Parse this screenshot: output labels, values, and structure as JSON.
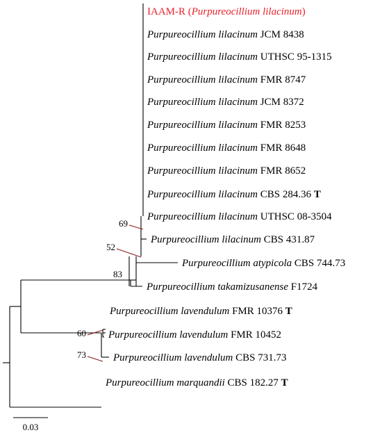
{
  "tree": {
    "leaves": [
      {
        "id": "iaam",
        "parts": [
          {
            "text": "IAAM-R (",
            "style": "normal"
          },
          {
            "text": "Purpureocillium lilacinum",
            "style": "italic"
          },
          {
            "text": ")",
            "style": "normal"
          }
        ],
        "color": "#e8202a"
      },
      {
        "id": "jcm8438",
        "parts": [
          {
            "text": "Purpureocillium lilacinum",
            "style": "italic"
          },
          {
            "text": " JCM 8438",
            "style": "normal"
          }
        ]
      },
      {
        "id": "uthsc951315",
        "parts": [
          {
            "text": "Purpureocillium lilacinum",
            "style": "italic"
          },
          {
            "text": " UTHSC 95-1315",
            "style": "normal"
          }
        ]
      },
      {
        "id": "fmr8747",
        "parts": [
          {
            "text": "Purpureocillium lilacinum",
            "style": "italic"
          },
          {
            "text": " FMR 8747",
            "style": "normal"
          }
        ]
      },
      {
        "id": "jcm8372",
        "parts": [
          {
            "text": "Purpureocillium lilacinum",
            "style": "italic"
          },
          {
            "text": " JCM 8372",
            "style": "normal"
          }
        ]
      },
      {
        "id": "fmr8253",
        "parts": [
          {
            "text": "Purpureocillium lilacinum",
            "style": "italic"
          },
          {
            "text": " FMR 8253",
            "style": "normal"
          }
        ]
      },
      {
        "id": "fmr8648",
        "parts": [
          {
            "text": "Purpureocillium lilacinum",
            "style": "italic"
          },
          {
            "text": " FMR 8648",
            "style": "normal"
          }
        ]
      },
      {
        "id": "fmr8652",
        "parts": [
          {
            "text": "Purpureocillium lilacinum",
            "style": "italic"
          },
          {
            "text": " FMR 8652",
            "style": "normal"
          }
        ]
      },
      {
        "id": "cbs28436",
        "parts": [
          {
            "text": "Purpureocillium lilacinum",
            "style": "italic"
          },
          {
            "text": " CBS 284.36 ",
            "style": "normal"
          },
          {
            "text": "T",
            "style": "bold"
          }
        ]
      },
      {
        "id": "uthsc083504",
        "parts": [
          {
            "text": "Purpureocillium lilacinum",
            "style": "italic"
          },
          {
            "text": " UTHSC 08-3504",
            "style": "normal"
          }
        ]
      },
      {
        "id": "cbs43187",
        "parts": [
          {
            "text": "Purpureocillium lilacinum",
            "style": "italic"
          },
          {
            "text": " CBS 431.87",
            "style": "normal"
          }
        ]
      },
      {
        "id": "cbs74473",
        "parts": [
          {
            "text": "Purpureocillium atypicola",
            "style": "italic"
          },
          {
            "text": " CBS 744.73",
            "style": "normal"
          }
        ]
      },
      {
        "id": "f1724",
        "parts": [
          {
            "text": "Purpureocillium takamizusanense",
            "style": "italic"
          },
          {
            "text": " F1724",
            "style": "normal"
          }
        ]
      },
      {
        "id": "fmr10376",
        "parts": [
          {
            "text": "Purpureocillium lavendulum",
            "style": "italic"
          },
          {
            "text": " FMR 10376 ",
            "style": "normal"
          },
          {
            "text": "T",
            "style": "bold"
          }
        ]
      },
      {
        "id": "fmr10452",
        "parts": [
          {
            "text": "Purpureocillium lavendulum",
            "style": "italic"
          },
          {
            "text": " FMR 10452",
            "style": "normal"
          }
        ]
      },
      {
        "id": "cbs73173",
        "parts": [
          {
            "text": "Purpureocillium lavendulum",
            "style": "italic"
          },
          {
            "text": " CBS 731.73",
            "style": "normal"
          }
        ]
      },
      {
        "id": "cbs18227",
        "parts": [
          {
            "text": "Purpureocillium marquandii",
            "style": "italic"
          },
          {
            "text": " CBS 182.27 ",
            "style": "normal"
          },
          {
            "text": "T",
            "style": "bold"
          }
        ]
      }
    ],
    "bootstrap": [
      "69",
      "52",
      "83",
      "60",
      "73"
    ],
    "scale_bar": "0.03"
  }
}
